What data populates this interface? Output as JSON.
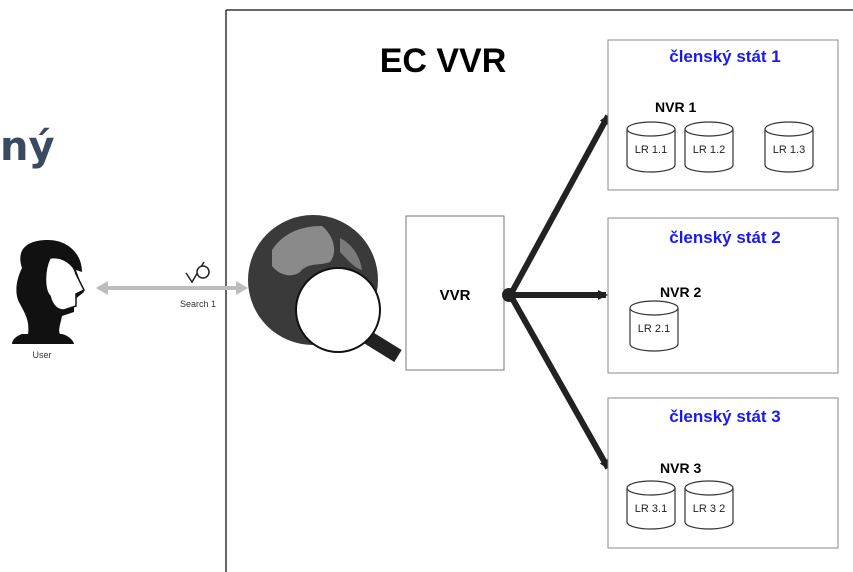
{
  "partial_heading": "ný",
  "main_title": "EC VVR",
  "central_node": "VVR",
  "user_label": "User",
  "search_label": "Search 1",
  "member_states": [
    {
      "title": "členský stát 1",
      "nvr": "NVR 1",
      "registers": [
        "LR 1.1",
        "LR 1.2",
        "LR 1.3"
      ]
    },
    {
      "title": "členský stát 2",
      "nvr": "NVR 2",
      "registers": [
        "LR 2.1"
      ]
    },
    {
      "title": "členský stát 3",
      "nvr": "NVR 3",
      "registers": [
        "LR 3.1",
        "LR 3 2"
      ]
    }
  ],
  "colors": {
    "state_title": "#1a1aee",
    "partial_heading": "#3b4a5e",
    "globe": "#3a3a3a",
    "arrow": "#222222"
  }
}
